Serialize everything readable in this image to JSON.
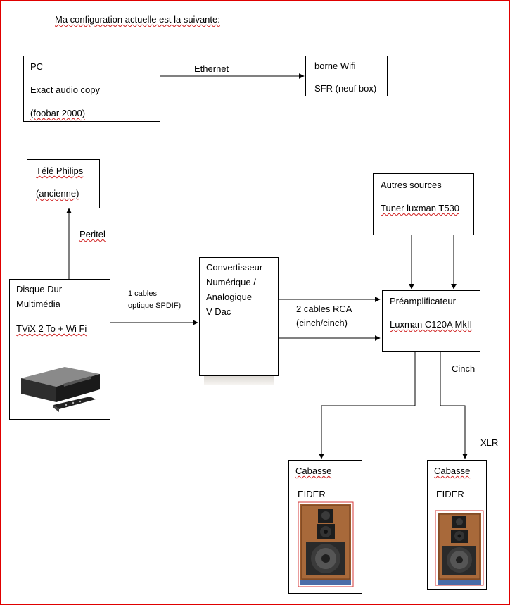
{
  "heading": "Ma configuration actuelle est la suivante:",
  "pc": {
    "line1": "PC",
    "line2": "Exact  audio copy",
    "line3": "(foobar 2000)"
  },
  "ethernet": "Ethernet",
  "wifi": {
    "line1": "borne Wifi",
    "line2": "SFR (neuf box)"
  },
  "tele": {
    "line1": "Télé Philips",
    "line2": "(ancienne)"
  },
  "peritel": "Peritel",
  "hdd": {
    "line1": "Disque Dur",
    "line2": "Multimédia",
    "line3": "TViX 2 To + Wi Fi"
  },
  "optical": {
    "line1": "1 cables",
    "line2": "optique SPDIF)"
  },
  "dac": {
    "line1": "Convertisseur",
    "line2": "Numérique /",
    "line3": "Analogique",
    "line4": "V Dac"
  },
  "rca": {
    "line1": "2 cables RCA",
    "line2": "(cinch/cinch)"
  },
  "sources": {
    "line1": "Autres sources",
    "line2": "Tuner luxman T530"
  },
  "preamp": {
    "line1": "Préamplificateur",
    "line2": "Luxman C120A MkII"
  },
  "cinch": "Cinch",
  "xlr": "XLR",
  "speaker_left": {
    "brand": "Cabasse",
    "model": "EIDER"
  },
  "speaker_right": {
    "brand": "Cabasse",
    "model": "EIDER"
  },
  "colors": {
    "border": "#e00000",
    "speaker_wood": "#9a5a2c"
  }
}
